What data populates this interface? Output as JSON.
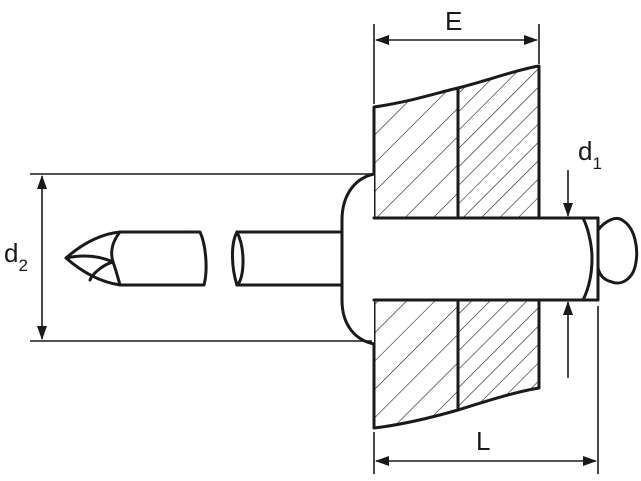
{
  "diagram": {
    "labels": {
      "E": {
        "main": "E"
      },
      "L": {
        "main": "L"
      },
      "d1": {
        "main": "d",
        "sub": "1"
      },
      "d2": {
        "main": "d",
        "sub": "2"
      }
    },
    "colors": {
      "stroke": "#1a1a1a",
      "background": "#ffffff",
      "hatch": "#1a1a1a"
    }
  }
}
